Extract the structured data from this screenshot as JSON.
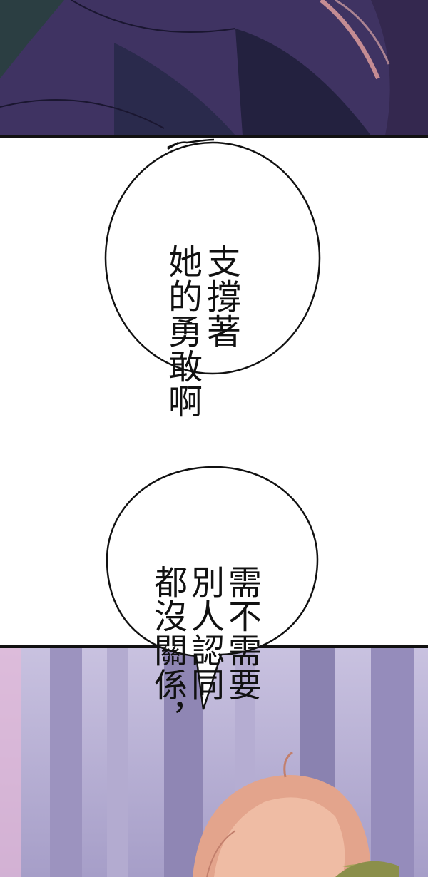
{
  "bubbles": [
    {
      "lines": [
        "支撐著",
        "她的勇敢啊"
      ]
    },
    {
      "lines": [
        "需不需要",
        "別人認同",
        "都沒關係，"
      ]
    }
  ],
  "colors": {
    "top_panel_bg": "#3f3362",
    "top_panel_dark": "#23213f",
    "bottom_panel_sky": "#b8b0d4",
    "tree": "#8f86b4",
    "hair": "#e3a48c",
    "bubble_stroke": "#111111"
  }
}
